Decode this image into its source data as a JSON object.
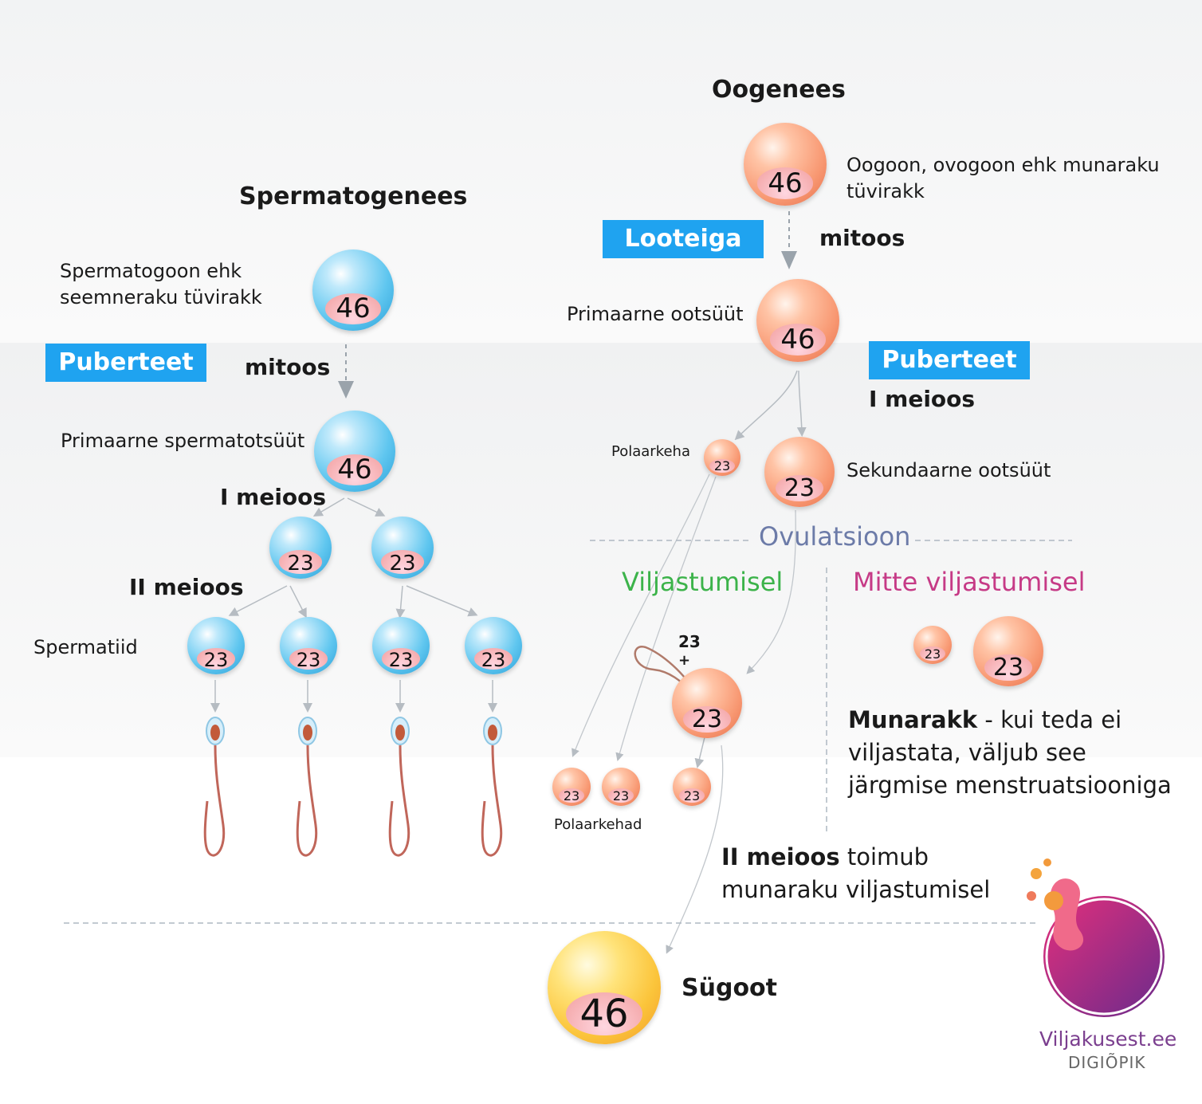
{
  "titles": {
    "spermatogenesis": "Spermatogenees",
    "oogenesis": "Oogenees",
    "zygote": "Sügoot"
  },
  "badges": {
    "puberty_left": "Puberteet",
    "fetal_age": "Looteiga",
    "puberty_right": "Puberteet"
  },
  "steps": {
    "mitosis_left": "mitoos",
    "meiosis1_left": "I meioos",
    "meiosis2_left": "II meioos",
    "mitosis_right": "mitoos",
    "meiosis1_right": "I meioos"
  },
  "labels": {
    "spermatogonium": "Spermatogoon ehk\nseemneraku tüvirakk",
    "primary_spermatocyte": "Primaarne spermatotsüüt",
    "spermatids": "Spermatiid",
    "oogonium": "Oogoon, ovogoon ehk munaraku\ntüvirakk",
    "primary_oocyte": "Primaarne ootsüüt",
    "polar_body": "Polaarkeha",
    "secondary_oocyte": "Sekundaarne ootsüüt",
    "polar_bodies": "Polaarkehad",
    "plus_23": "23",
    "plus_sign": "+"
  },
  "sections": {
    "ovulation": "Ovulatsioon",
    "fertilized": "Viljastumisel",
    "not_fertilized": "Mitte viljastumisel"
  },
  "texts": {
    "egg_bold": "Munarakk",
    "egg_rest": " - kui teda ei viljastata, väljub see järgmise menstruatsiooniga",
    "meiosis2_bold": "II meioos",
    "meiosis2_rest": " toimub munaraku viljastumisel"
  },
  "cells": {
    "spermatogonium": "46",
    "primary_spermatocyte": "46",
    "secondary_1": "23",
    "secondary_2": "23",
    "spermatid_1": "23",
    "spermatid_2": "23",
    "spermatid_3": "23",
    "spermatid_4": "23",
    "oogonium": "46",
    "primary_oocyte": "46",
    "polar_body": "23",
    "secondary_oocyte": "23",
    "fertilized_egg": "23",
    "polar_a": "23",
    "polar_b": "23",
    "polar_c": "23",
    "unfert_polar": "23",
    "unfert_egg": "23",
    "zygote": "46"
  },
  "logo": {
    "name": "Viljakusest.ee",
    "sub": "DIGIÕPIK"
  },
  "colors": {
    "badge": "#1fa3f0",
    "sperm_cell": "#5fc6ef",
    "egg_cell": "#f89872",
    "zygote": "#fbc43a",
    "fertilized": "#3cb34a",
    "not_fertilized": "#c63a86",
    "ovulation": "#6c7ba8"
  }
}
